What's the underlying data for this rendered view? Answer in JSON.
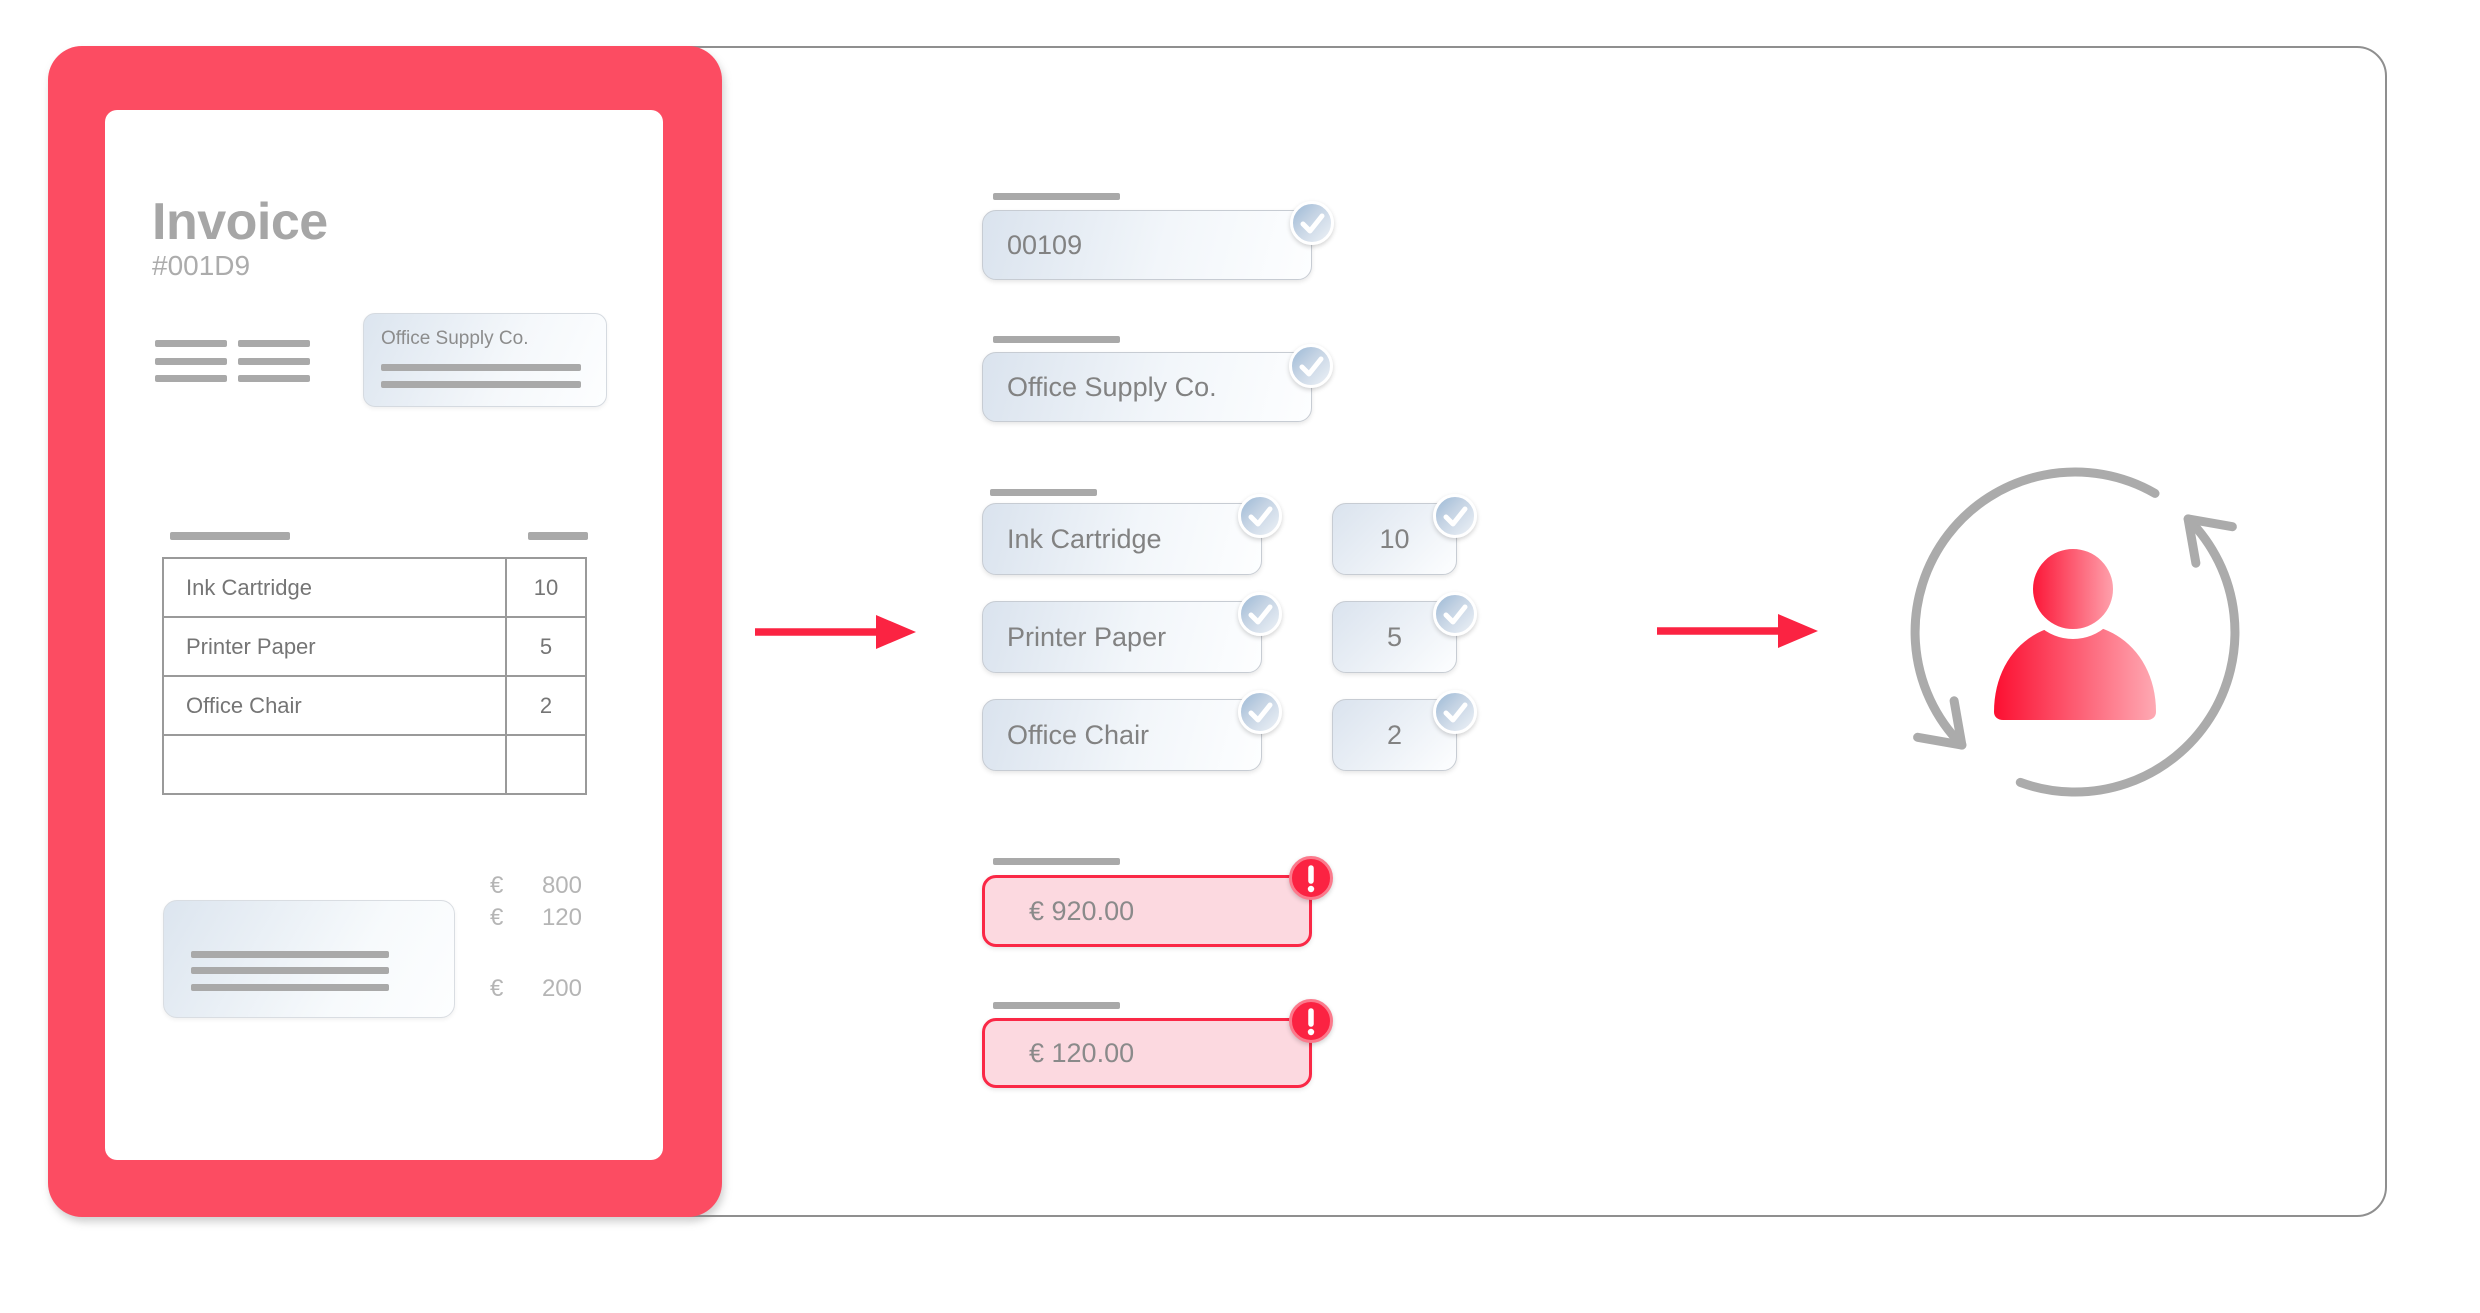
{
  "source_invoice": {
    "title": "Invoice",
    "number": "#001D9",
    "supplier_card": {
      "name": "Office Supply Co."
    },
    "line_items_table": {
      "rows": [
        {
          "item": "Ink Cartridge",
          "qty": "10"
        },
        {
          "item": "Printer Paper",
          "qty": "5"
        },
        {
          "item": "Office Chair",
          "qty": "2"
        },
        {
          "item": "",
          "qty": ""
        }
      ]
    },
    "totals": [
      {
        "currency": "€",
        "amount": "800"
      },
      {
        "currency": "€",
        "amount": "120"
      },
      {
        "currency": "€",
        "amount": "200"
      }
    ]
  },
  "extracted_fields": {
    "invoice_number": {
      "value": "00109",
      "status": "valid"
    },
    "supplier": {
      "value": "Office Supply Co.",
      "status": "valid"
    },
    "line_items": [
      {
        "name": "Ink Cartridge",
        "name_status": "valid",
        "qty": "10",
        "qty_status": "valid"
      },
      {
        "name": "Printer Paper",
        "name_status": "valid",
        "qty": "5",
        "qty_status": "valid"
      },
      {
        "name": "Office Chair",
        "name_status": "valid",
        "qty": "2",
        "qty_status": "valid"
      }
    ],
    "amounts": [
      {
        "value": "€ 920.00",
        "status": "error"
      },
      {
        "value": "€ 120.00",
        "status": "error"
      }
    ]
  },
  "icons": {
    "valid_badge": "check-icon",
    "error_badge": "exclamation-icon",
    "flow_arrow": "arrow-right-icon",
    "human_review": "person-sync-icon"
  },
  "colors": {
    "brand_pink": "#FC4C62",
    "accent_red": "#FB2342",
    "error_bg": "#FCD9E0",
    "error_border": "#FA2846",
    "field_blue": "#DCE5EF",
    "badge_blue": "#9CB9D6",
    "gray_text": "#8A8A8A",
    "placeholder_gray": "#A9A9A9"
  }
}
